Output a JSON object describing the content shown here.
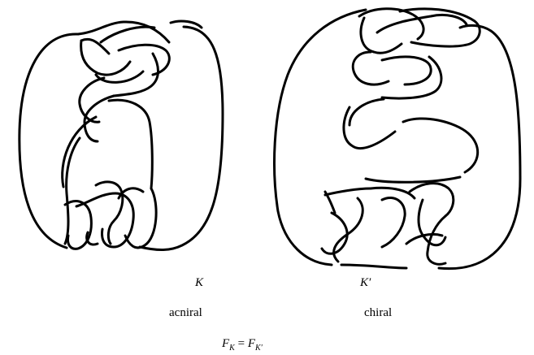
{
  "left_knot": {
    "label": "K",
    "description": "acniral"
  },
  "right_knot": {
    "label": "K′",
    "description": "chiral"
  },
  "formula": {
    "lhs_base": "F",
    "lhs_sub": "K",
    "equals": " = ",
    "rhs_base": "F",
    "rhs_sub": "K′"
  }
}
